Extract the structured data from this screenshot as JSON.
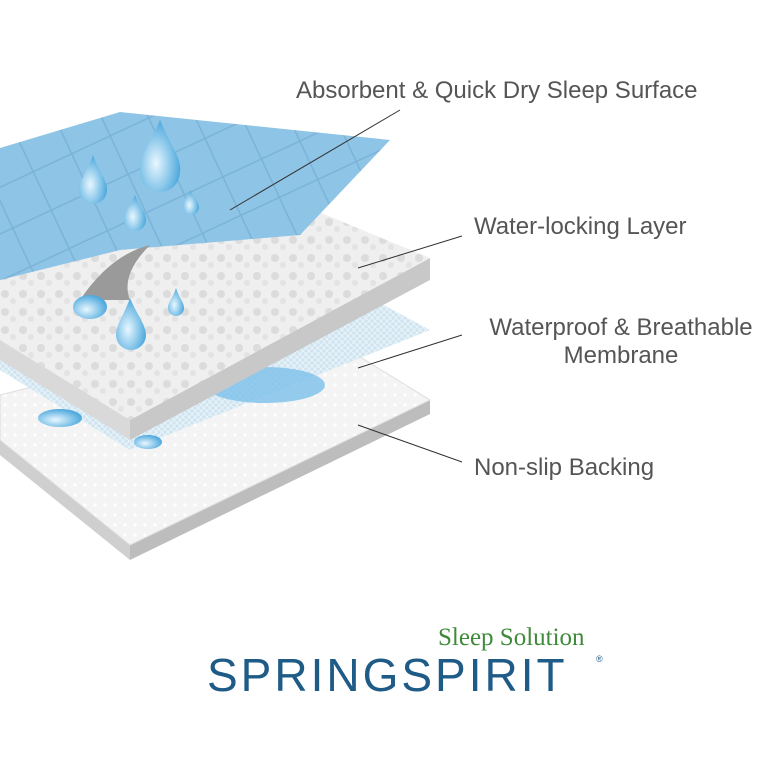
{
  "labels": {
    "surface": "Absorbent & Quick Dry Sleep Surface",
    "locking": "Water-locking Layer",
    "membrane_line1": "Waterproof & Breathable",
    "membrane_line2": "Membrane",
    "backing": "Non-slip Backing"
  },
  "logo": {
    "tagline": "Sleep Solution",
    "brand": "SPRINGSPIRIT",
    "registered": "®"
  },
  "colors": {
    "surface_blue": "#8ec4e6",
    "brand_blue": "#1f5b87",
    "tagline_green": "#3f8a3a",
    "label_gray": "#555555"
  }
}
